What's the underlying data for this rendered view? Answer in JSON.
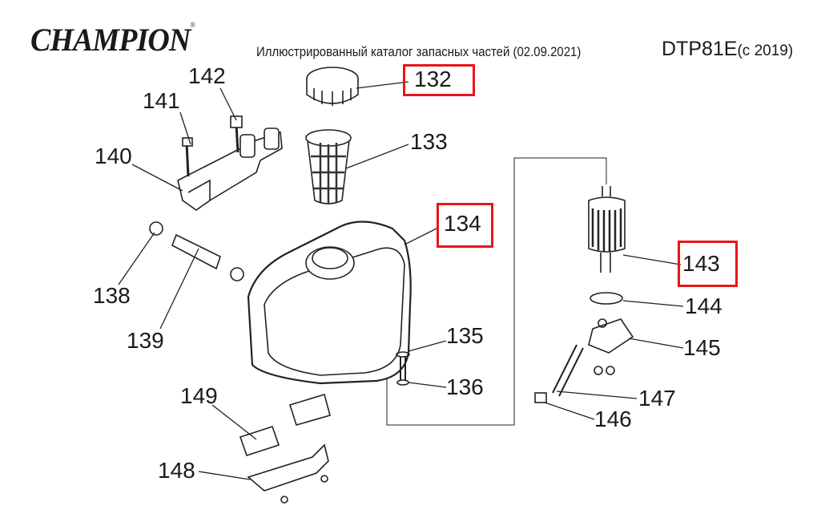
{
  "header": {
    "brand": "CHAMPION",
    "title": "Иллюстрированный каталог запасных частей (02.09.2021)",
    "model": "DTP81E",
    "model_note": "(с 2019)"
  },
  "highlight_color": "#e8151b",
  "parts": {
    "p132": "132",
    "p133": "133",
    "p134": "134",
    "p135": "135",
    "p136": "136",
    "p138": "138",
    "p139": "139",
    "p140": "140",
    "p141": "141",
    "p142": "142",
    "p143": "143",
    "p144": "144",
    "p145": "145",
    "p146": "146",
    "p147": "147",
    "p148": "148",
    "p149": "149"
  },
  "highlighted": [
    "132",
    "134",
    "143"
  ]
}
